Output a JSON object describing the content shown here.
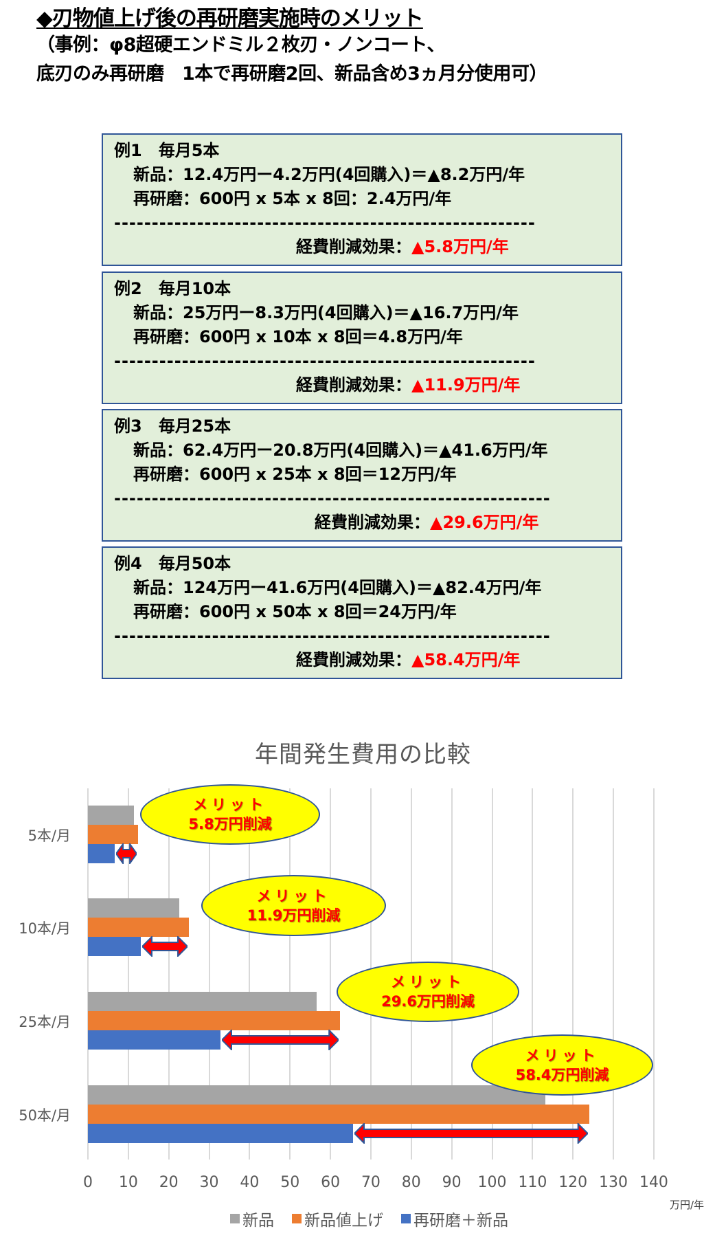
{
  "header": {
    "title": "◆刃物値上げ後の再研磨実施時のメリット",
    "subtitle_line1": "（事例：φ8超硬エンドミル２枚刃・ノンコート、",
    "subtitle_line2": "底刃のみ再研磨　1本で再研磨2回、新品含め3ヵ月分使用可）"
  },
  "cases": [
    {
      "heading": "例1　毎月5本",
      "new_line": "新品：12.4万円ー4.2万円(4回購入)＝▲8.2万円/年",
      "regrind_line": "再研磨：600円 x 5本 x 8回：2.4万円/年",
      "divider": "--------------------------------------------------------",
      "effect_label": "経費削減効果：",
      "effect_value": "▲5.8万円/年"
    },
    {
      "heading": "例2　毎月10本",
      "new_line": "新品：25万円ー8.3万円(4回購入)＝▲16.7万円/年",
      "regrind_line": "再研磨：600円 x 10本 x 8回＝4.8万円/年",
      "divider": "--------------------------------------------------------",
      "effect_label": "経費削減効果：",
      "effect_value": "▲11.9万円/年"
    },
    {
      "heading": "例3　毎月25本",
      "new_line": "新品：62.4万円ー20.8万円(4回購入)＝▲41.6万円/年",
      "regrind_line": "再研磨：600円 x 25本 x 8回＝12万円/年",
      "divider": "----------------------------------------------------------",
      "effect_label": "経費削減効果：",
      "effect_value": "▲29.6万円/年"
    },
    {
      "heading": "例4　毎月50本",
      "new_line": "新品：124万円ー41.6万円(4回購入)＝▲82.4万円/年",
      "regrind_line": "再研磨：600円 x 50本 x 8回＝24万円/年",
      "divider": "----------------------------------------------------------",
      "effect_label": "経費削減効果：",
      "effect_value": "▲58.4万円/年"
    }
  ],
  "colors": {
    "box_fill": "#E2EFDA",
    "box_border": "#2F5597",
    "highlight_red": "#FF0000",
    "series_new": "#A5A5A5",
    "series_new_priceup": "#ED7D31",
    "series_regrind": "#4472C4",
    "callout_fill": "#FFFF00"
  },
  "chart_data": {
    "type": "bar",
    "orientation": "horizontal",
    "title": "年間発生費用の比較",
    "categories": [
      "5本/月",
      "10本/月",
      "25本/月",
      "50本/月"
    ],
    "series": [
      {
        "name": "新品",
        "color": "#A5A5A5",
        "values": [
          11.3,
          22.6,
          56.6,
          113.2
        ]
      },
      {
        "name": "新品値上げ",
        "color": "#ED7D31",
        "values": [
          12.4,
          25,
          62.4,
          124
        ]
      },
      {
        "name": "再研磨＋新品",
        "color": "#4472C4",
        "values": [
          6.6,
          13.1,
          32.8,
          65.6
        ]
      }
    ],
    "xlabel": "万円/年",
    "ylabel": "",
    "xlim": [
      0,
      140
    ],
    "xticks": [
      "0",
      "10",
      "20",
      "30",
      "40",
      "50",
      "60",
      "70",
      "80",
      "90",
      "100",
      "110",
      "120",
      "130",
      "140"
    ],
    "grid": "vertical",
    "legend_position": "bottom",
    "annotations": [
      {
        "category": "5本/月",
        "line1": "メリット",
        "line2": "5.8万円削減",
        "arrow_from": 6.6,
        "arrow_to": 12.4
      },
      {
        "category": "10本/月",
        "line1": "メリット",
        "line2": "11.9万円削減",
        "arrow_from": 13.1,
        "arrow_to": 25
      },
      {
        "category": "25本/月",
        "line1": "メリット",
        "line2": "29.6万円削減",
        "arrow_from": 32.8,
        "arrow_to": 62.4
      },
      {
        "category": "50本/月",
        "line1": "メリット",
        "line2": "58.4万円削減",
        "arrow_from": 65.6,
        "arrow_to": 124
      }
    ]
  }
}
